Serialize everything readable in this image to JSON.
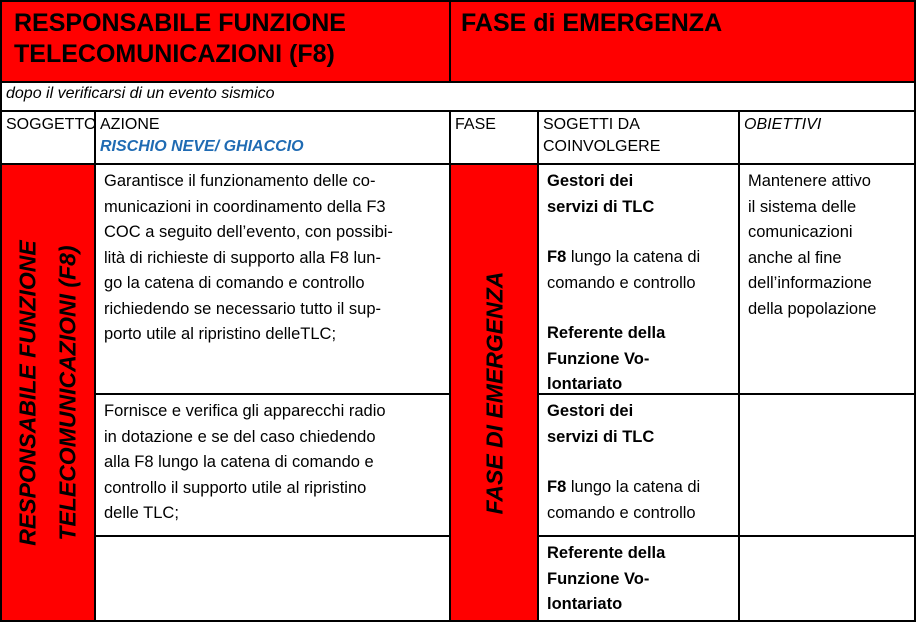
{
  "header": {
    "title_line1": "RESPONSABILE FUNZIONE",
    "title_line2": "TELECOMUNICAZIONI (F8)",
    "phase": "FASE di EMERGENZA"
  },
  "subtitle": "dopo il verificarsi di un evento sismico",
  "columns": {
    "soggetto": "SOGGETTO",
    "azione": "AZIONE",
    "azione_sub": "RISCHIO NEVE/ GHIACCIO",
    "fase": "FASE",
    "sogetti_line1": "SOGETTI DA",
    "sogetti_line2": "COINVOLGERE",
    "obiettivi": "OBIETTIVI"
  },
  "side_label": {
    "line1": "RESPONSABILE FUNZIONE",
    "line2": "TELECOMUNICAZIONI (F8)"
  },
  "phase_label": "FASE DI EMERGENZA",
  "rows": [
    {
      "azione": [
        "Garantisce il funzionamento delle co-",
        "municazioni in coordinamento della F3",
        "COC a seguito dell’evento, con possibi-",
        "lità di richieste di supporto alla F8 lun-",
        "go la catena di comando e controllo",
        "richiedendo se necessario tutto il sup-",
        "porto utile al ripristino delleTLC;"
      ],
      "soggetti": {
        "g1": "Gestori dei",
        "g2": "servizi di TLC",
        "f8": "F8",
        "f8_rest1": " lungo la catena di",
        "f8_rest2": "comando e controllo",
        "r1": "Referente della",
        "r2": "Funzione Vo-",
        "r3": "lontariato"
      },
      "obiettivi": [
        "Mantenere attivo",
        "il sistema delle",
        "comunicazioni",
        "anche al fine",
        "dell’informazione",
        "della popolazione"
      ]
    },
    {
      "azione": [
        "Fornisce e verifica gli apparecchi radio",
        "in dotazione e se del caso chiedendo",
        "alla F8 lungo la catena di comando e",
        "controllo il supporto utile al ripristino",
        "delle TLC;"
      ],
      "soggetti": {
        "g1": "Gestori dei",
        "g2": "servizi di TLC",
        "f8": "F8",
        "f8_rest1": " lungo la catena di",
        "f8_rest2": "comando e controllo"
      }
    },
    {
      "soggetti": {
        "r1": "Referente della",
        "r2": "Funzione Vo-",
        "r3": "lontariato"
      }
    }
  ]
}
